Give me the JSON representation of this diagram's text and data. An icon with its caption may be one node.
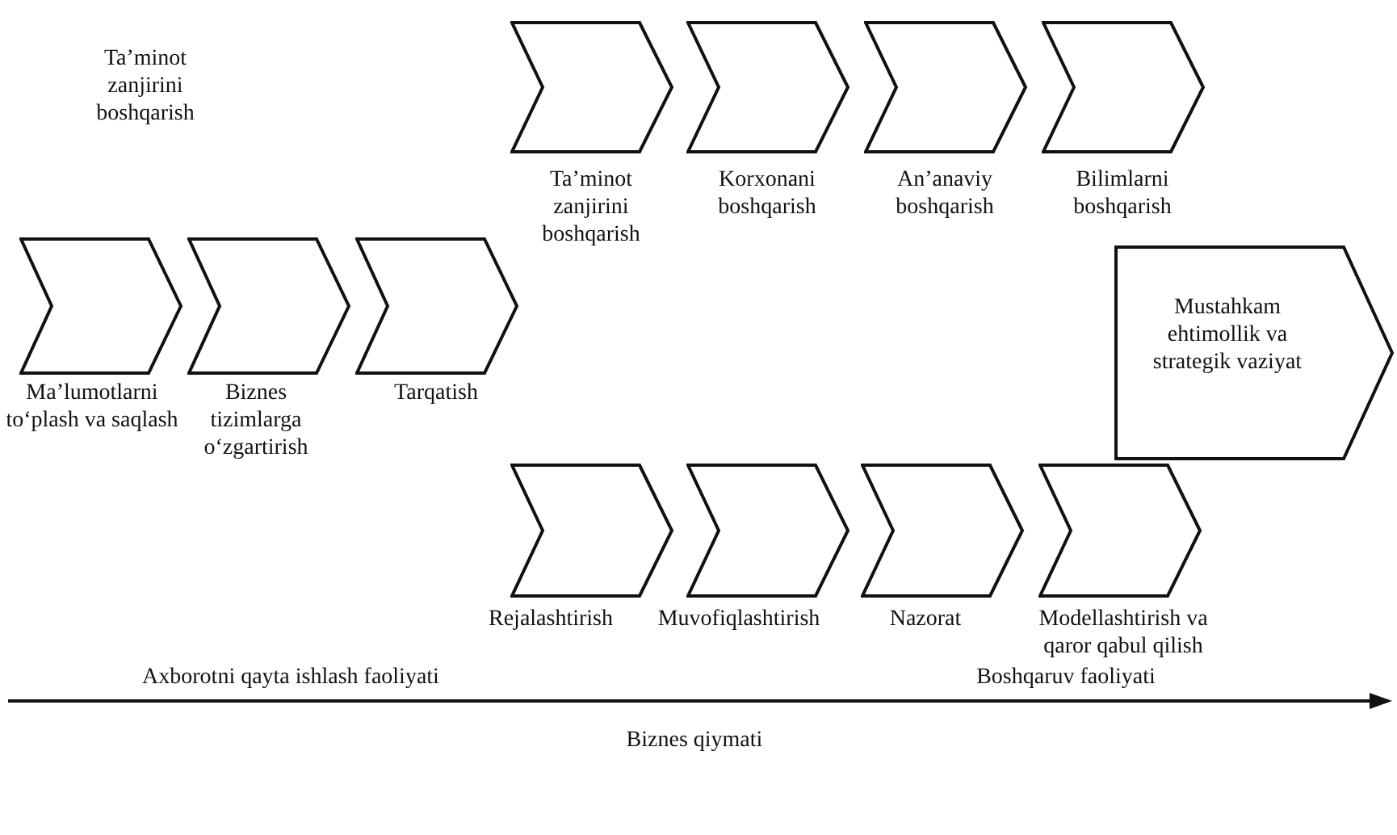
{
  "diagram": {
    "nodes": [
      {
        "text": [
          "Ta’minot zanjirini boshqarish"
        ]
      },
      {
        "text": [
          "Korxonani boshqarish"
        ]
      },
      {
        "text": [
          "An’anaviy boshqarish"
        ]
      },
      {
        "text": [
          "Bilimlarni boshqarish"
        ]
      },
      {
        "text": [
          "Ma’lumotlarni to‘plash va saqlash"
        ]
      },
      {
        "text": [
          "Biznes tizimlarga o‘zgartirish"
        ]
      },
      {
        "text": [
          "Tarqatish"
        ]
      },
      {
        "text": [
          "Mustahkam ehtimollik va strategik vaziyat"
        ]
      },
      {
        "text": [
          "Rejalashtirish"
        ]
      },
      {
        "text": [
          "Muvofiqlashtirish"
        ]
      },
      {
        "text": [
          "Nazorat"
        ]
      },
      {
        "text": [
          "Modellashtirish va qaror qabul qilish"
        ]
      }
    ],
    "edges": [],
    "labels": [
      "Ta’minot zanjirini boshqarish",
      "Axborotni qayta ishlash faoliyati",
      "Boshqaruv faoliyati",
      "Biznes qiymati"
    ]
  }
}
